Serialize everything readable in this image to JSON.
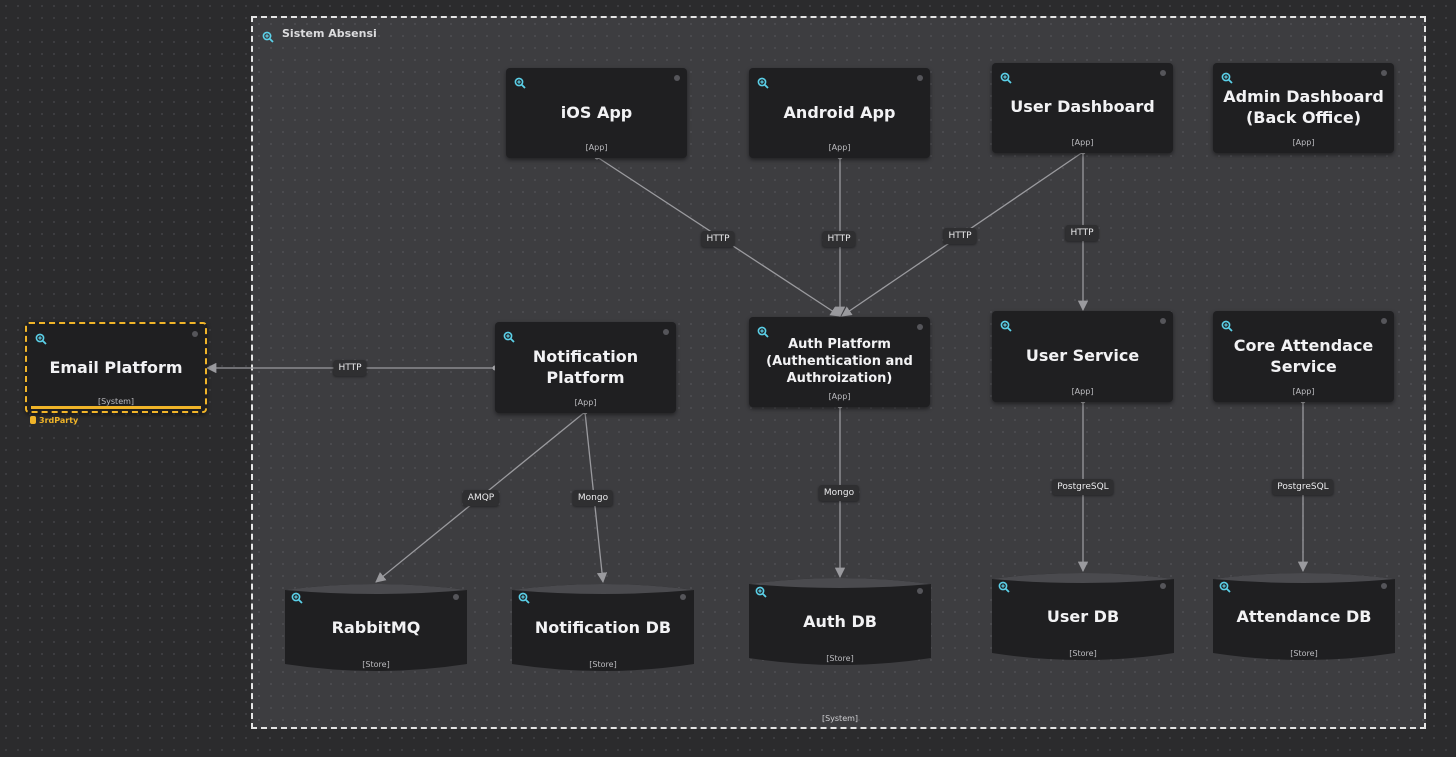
{
  "boundary": {
    "title": "Sistem Absensi",
    "tag": "[System]"
  },
  "external": {
    "email": {
      "title": "Email Platform",
      "tag": "[System]",
      "badge": "3rdParty"
    }
  },
  "apps": {
    "ios": {
      "title": "iOS App",
      "tag": "[App]"
    },
    "android": {
      "title": "Android App",
      "tag": "[App]"
    },
    "user_dashboard": {
      "title": "User Dashboard",
      "tag": "[App]"
    },
    "admin_dashboard": {
      "title_line1": "Admin Dashboard",
      "title_line2": "(Back Office)",
      "tag": "[App]"
    },
    "notification": {
      "title_line1": "Notification",
      "title_line2": "Platform",
      "tag": "[App]"
    },
    "auth": {
      "title_line1": "Auth Platform",
      "title_line2": "(Authentication and",
      "title_line3": "Authroization)",
      "tag": "[App]"
    },
    "user_service": {
      "title": "User Service",
      "tag": "[App]"
    },
    "core_attendance": {
      "title_line1": "Core Attendace",
      "title_line2": "Service",
      "tag": "[App]"
    }
  },
  "stores": {
    "rabbitmq": {
      "title": "RabbitMQ",
      "tag": "[Store]"
    },
    "notification_db": {
      "title": "Notification DB",
      "tag": "[Store]"
    },
    "auth_db": {
      "title": "Auth DB",
      "tag": "[Store]"
    },
    "user_db": {
      "title": "User DB",
      "tag": "[Store]"
    },
    "attendance_db": {
      "title": "Attendance DB",
      "tag": "[Store]"
    }
  },
  "edges": {
    "ios_auth": "HTTP",
    "android_auth": "HTTP",
    "dashboard_auth": "HTTP",
    "dashboard_user_service": "HTTP",
    "notification_email": "HTTP",
    "notification_rabbitmq": "AMQP",
    "notification_db": "Mongo",
    "auth_db": "Mongo",
    "user_service_db": "PostgreSQL",
    "core_attendance_db": "PostgreSQL"
  },
  "colors": {
    "external_border": "#f0b429",
    "zoom_icon": "#5bd0e8",
    "node_fill": "#1f1f21",
    "edge": "#9a9a9e"
  }
}
